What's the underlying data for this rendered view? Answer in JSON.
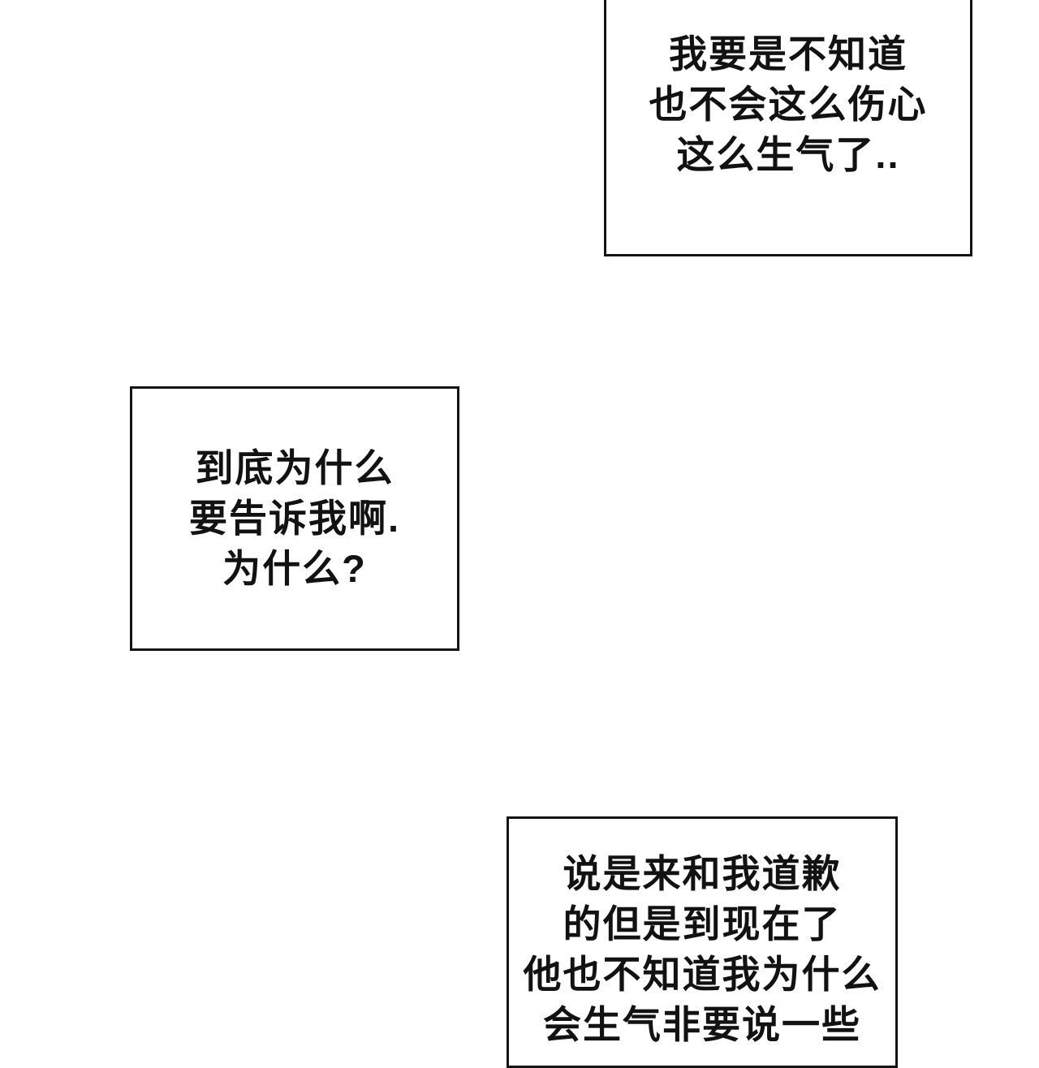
{
  "page": {
    "background_color": "#ffffff",
    "border_color": "#141414",
    "text_color": "#121212"
  },
  "bubbles": [
    {
      "name": "speech-box-top-right",
      "lines": [
        "我要是不知道",
        "也不会这么伤心",
        "这么生气了.."
      ]
    },
    {
      "name": "speech-box-middle-left",
      "lines": [
        "到底为什么",
        "要告诉我啊.",
        "为什么?"
      ]
    },
    {
      "name": "speech-box-bottom",
      "lines": [
        "说是来和我道歉",
        "的但是到现在了",
        "他也不知道我为什么",
        "会生气非要说一些"
      ]
    }
  ]
}
